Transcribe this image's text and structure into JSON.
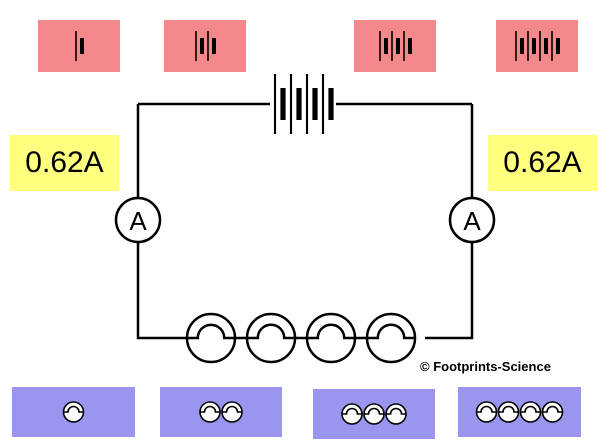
{
  "readouts": {
    "left": "0.62A",
    "right": "0.62A"
  },
  "ammeter_symbol_label": "A",
  "copyright": "© Footprints-Science",
  "circuit": {
    "cells_in_battery": 4,
    "lamps_in_circuit": 4
  },
  "battery_buttons": [
    {
      "cells": 1
    },
    {
      "cells": 2
    },
    {
      "cells": 3
    },
    {
      "cells": 4
    }
  ],
  "lamp_buttons": [
    {
      "lamps": 1
    },
    {
      "lamps": 2
    },
    {
      "lamps": 3
    },
    {
      "lamps": 4
    }
  ],
  "colors": {
    "battery_button": "#f4898c",
    "lamp_button": "#9a96f0",
    "readout_background": "#ffff80",
    "wire": "#000000"
  }
}
